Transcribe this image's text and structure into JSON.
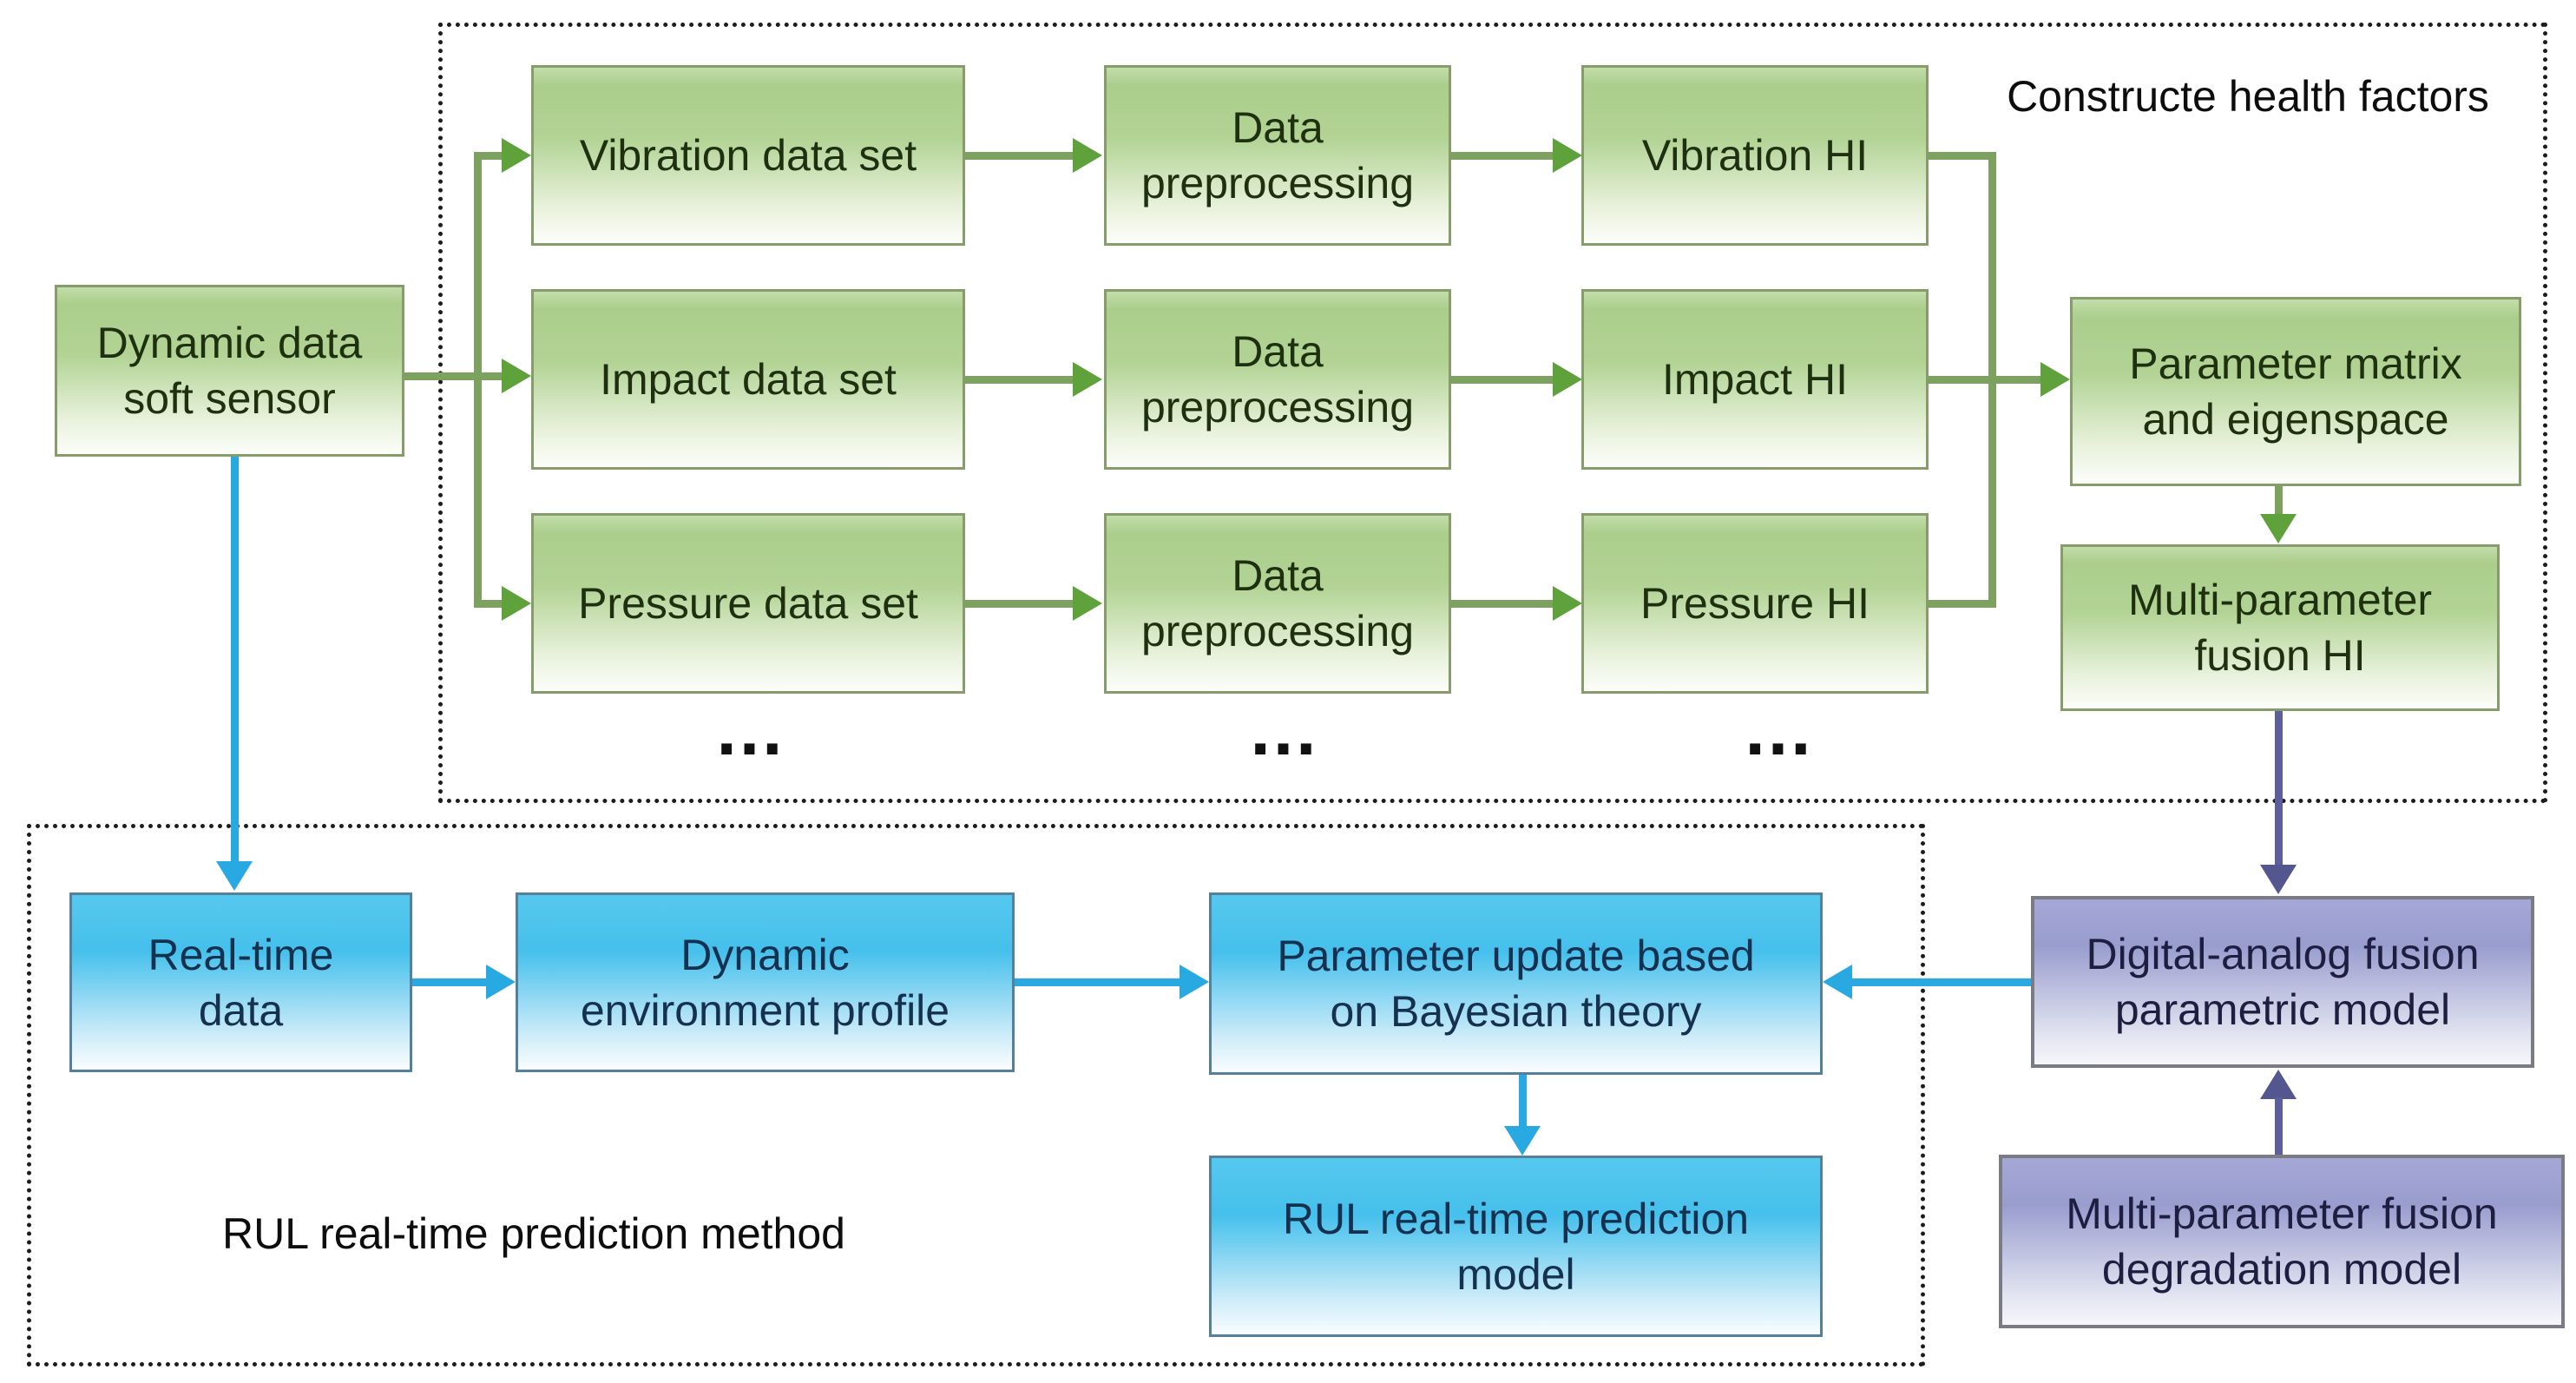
{
  "regions": {
    "construct_health_factors_label": "Constructe health factors",
    "rul_method_label": "RUL real-time prediction method"
  },
  "nodes": {
    "dynamic_data_soft_sensor": "Dynamic data\nsoft sensor",
    "vibration_data_set": "Vibration data set",
    "impact_data_set": "Impact data set",
    "pressure_data_set": "Pressure data set",
    "data_preprocessing": "Data\npreprocessing",
    "vibration_hi": "Vibration HI",
    "impact_hi": "Impact HI",
    "pressure_hi": "Pressure HI",
    "parameter_matrix": "Parameter matrix\nand eigenspace",
    "multi_parameter_fusion_hi": "Multi-parameter\nfusion HI",
    "real_time_data": "Real-time\ndata",
    "dynamic_environment_profile": "Dynamic\nenvironment profile",
    "parameter_update_bayesian": "Parameter update based\non Bayesian theory",
    "rul_real_time_prediction_model": "RUL real-time prediction\nmodel",
    "digital_analog_fusion_parametric_model": "Digital-analog fusion\nparametric model",
    "multi_parameter_fusion_degradation_model": "Multi-parameter fusion\ndegradation model"
  },
  "ellipsis": "...",
  "colors": {
    "green_box_top": "#abce8c",
    "green_box_border": "#869c6a",
    "green_text": "#1e300f",
    "green_arrow_shaft": "#7da25f",
    "green_arrow_head": "#5fa23c",
    "blue_box_top": "#45c0ec",
    "blue_box_border": "#54809b",
    "blue_text": "#15314f",
    "blue_arrow": "#29a9e1",
    "purple_box_top": "#999dce",
    "purple_box_border": "#7b7b86",
    "purple_text": "#1e1e41",
    "purple_arrow": "#5c5f9e",
    "dotted_border": "#1c1c1c",
    "label_text": "#0d0d0d"
  }
}
